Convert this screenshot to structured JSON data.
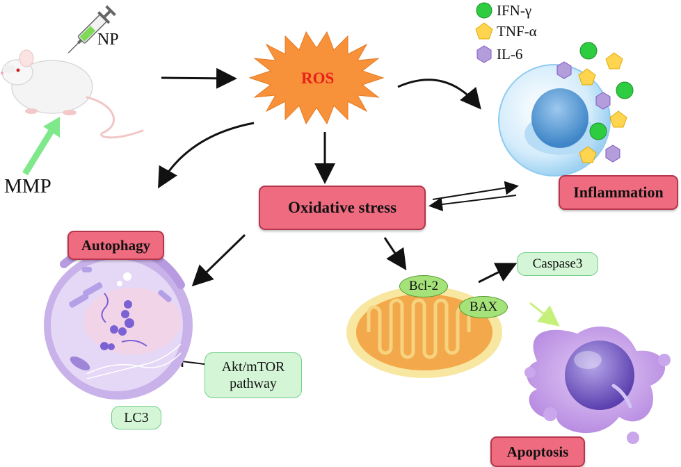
{
  "labels": {
    "np": "NP",
    "mmp": "MMP",
    "ros": "ROS",
    "oxidative_stress": "Oxidative stress",
    "inflammation": "Inflammation",
    "autophagy": "Autophagy",
    "apoptosis": "Apoptosis",
    "caspase3": "Caspase3",
    "bcl2": "Bcl-2",
    "bax": "BAX",
    "akt_line1": "Akt/mTOR",
    "akt_line2": "pathway",
    "lc3": "LC3"
  },
  "legend": [
    {
      "label": "IFN-γ",
      "icon": "green-circle-icon",
      "color": "#2ecc40"
    },
    {
      "label": "TNF-α",
      "icon": "yellow-pentagon-icon",
      "color": "#ffd54f"
    },
    {
      "label": "IL-6",
      "icon": "purple-hexagon-icon",
      "color": "#b39ddb"
    }
  ],
  "colors": {
    "label_fill": "#ee6b80",
    "ros_fill": "#f7913a",
    "ros_text": "#e8201a",
    "pathway_fill": "#d4f5d6",
    "mmp_arrow": "#7ee88a"
  }
}
